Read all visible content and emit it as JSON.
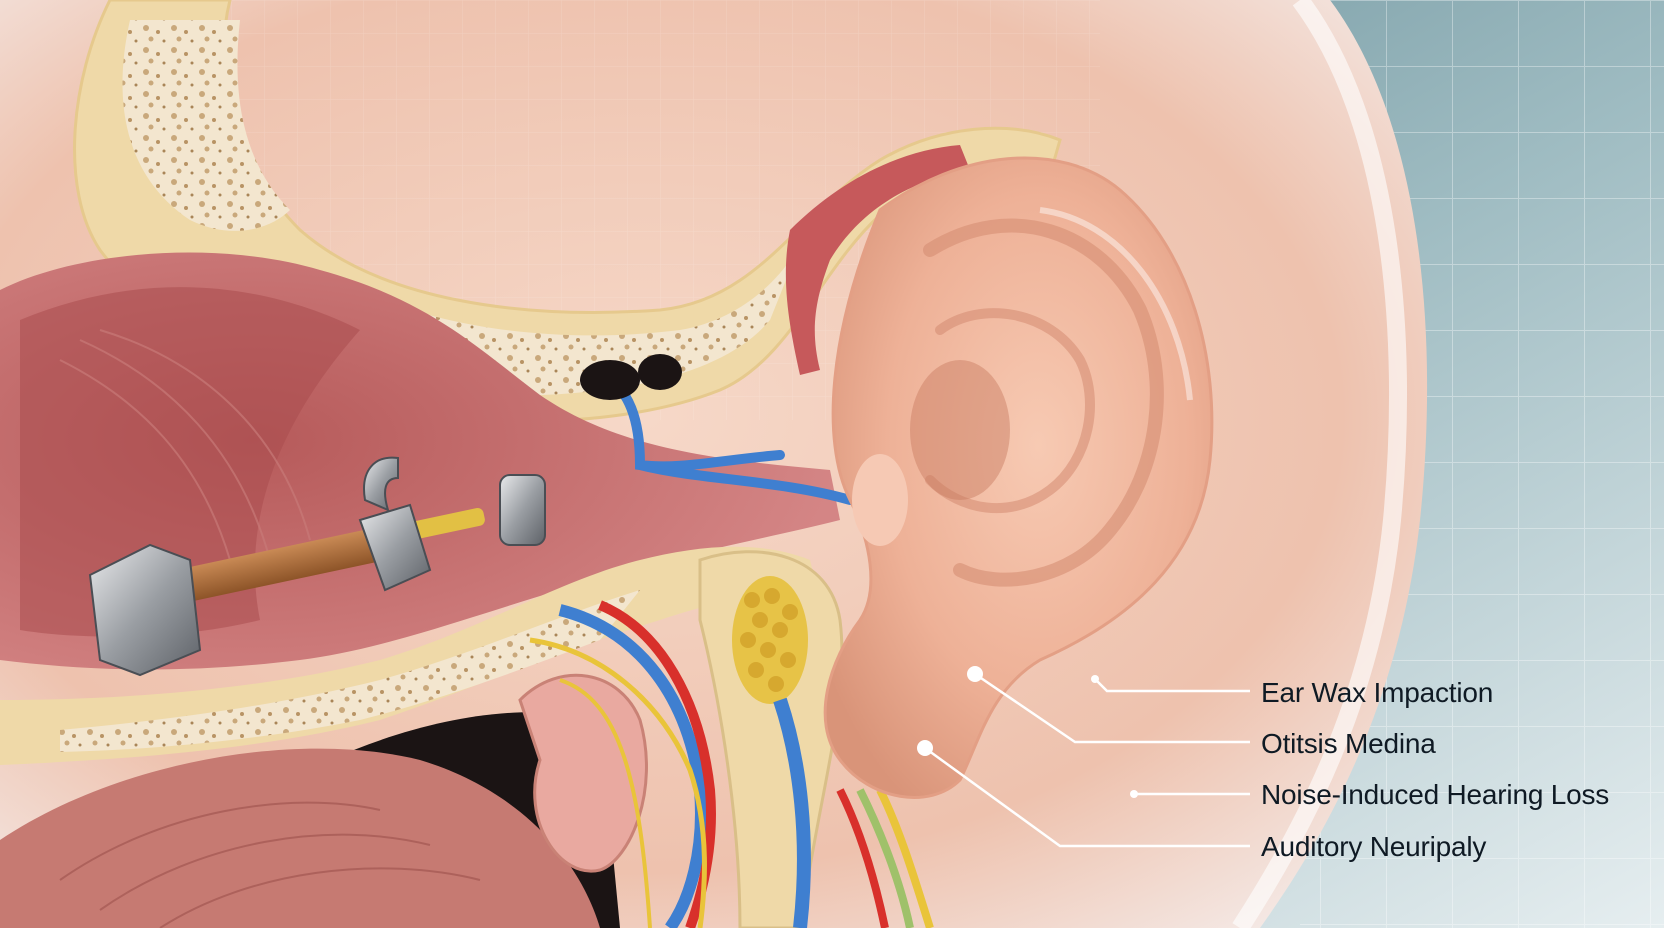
{
  "labels": [
    {
      "text": "Ear Wax Impaction"
    },
    {
      "text": "Otitsis Medina"
    },
    {
      "text": "Noise-Induced Hearing Loss"
    },
    {
      "text": "Auditory Neuripaly"
    }
  ],
  "colors": {
    "skin": "#f0bba4",
    "bone": "#efd9a8",
    "spongy_bone": "#f3e6cf",
    "canal_tissue": "#c96e6e",
    "nerve_blue": "#3f7fd0",
    "artery_red": "#d8302b",
    "nerve_yellow": "#e9c43a",
    "background_teal": "#6f98a0",
    "label_text": "#0f1a24"
  },
  "icons": [
    "hammer-icon",
    "ear-icon"
  ]
}
